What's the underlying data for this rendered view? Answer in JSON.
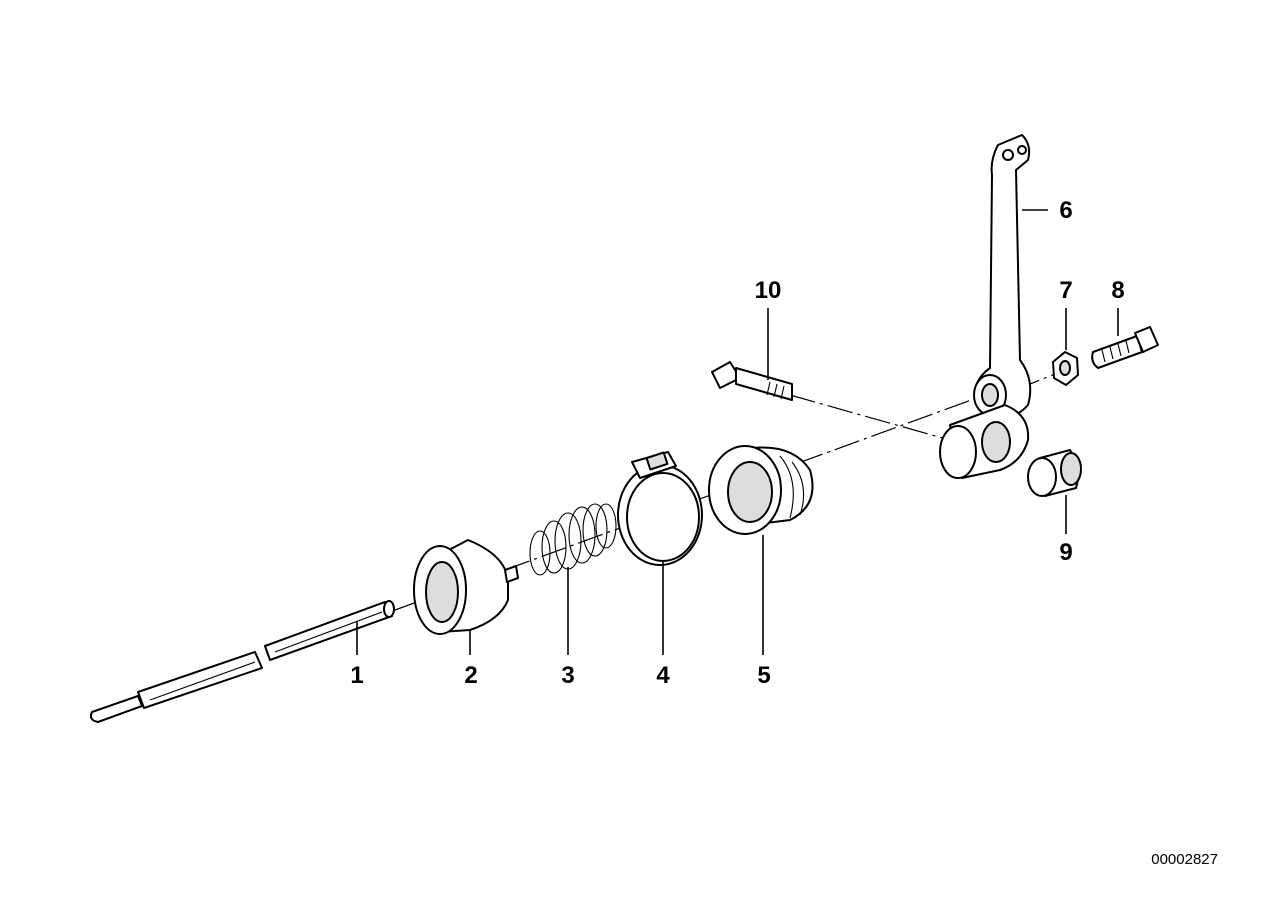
{
  "callouts": {
    "p1": "1",
    "p2": "2",
    "p3": "3",
    "p4": "4",
    "p5": "5",
    "p6": "6",
    "p7": "7",
    "p8": "8",
    "p9": "9",
    "p10": "10"
  },
  "document_id": "00002827"
}
